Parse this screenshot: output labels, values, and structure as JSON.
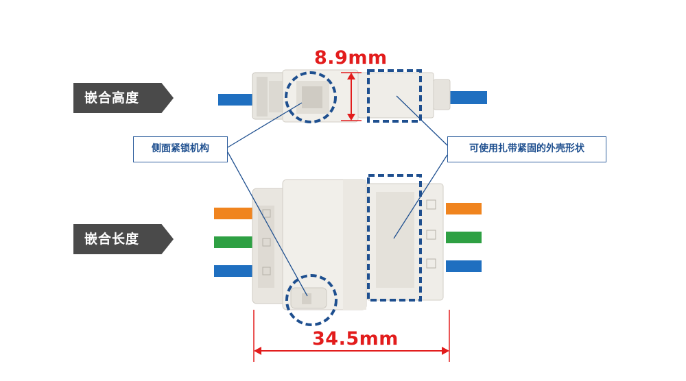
{
  "labels": {
    "mating_height": "嵌合高度",
    "mating_length": "嵌合长度"
  },
  "callouts": {
    "side_lock": "侧面紧锁机构",
    "tie_shape": "可使用扎带紧固的外壳形状"
  },
  "dimensions": {
    "height": "8.9mm",
    "length": "34.5mm"
  },
  "colors": {
    "dimension_red": "#e21c1c",
    "highlight_blue": "#1e4f8f",
    "tag_gray": "#4a4a4a",
    "wire_blue": "#1f6fc0",
    "wire_green": "#2ea043",
    "wire_orange": "#f0841e",
    "housing": "#ebe8e2"
  }
}
